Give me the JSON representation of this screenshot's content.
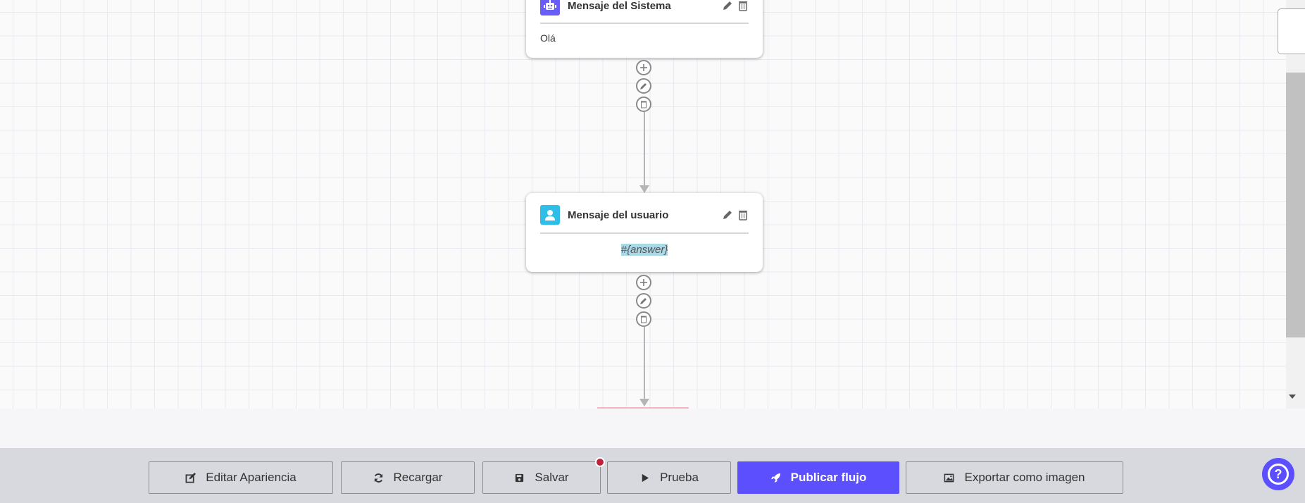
{
  "nodes": [
    {
      "title": "Mensaje del Sistema",
      "body": "Olá",
      "icon": "robot-icon",
      "color": "#6a5cf6"
    },
    {
      "title": "Mensaje del usuario",
      "body": "#{answer}",
      "icon": "user-icon",
      "color": "#2ebee8"
    }
  ],
  "toolbar": {
    "edit_label": "Editar Apariencia",
    "reload_label": "Recargar",
    "save_label": "Salvar",
    "test_label": "Prueba",
    "publish_label": "Publicar flujo",
    "export_label": "Exportar como imagen"
  },
  "help": {
    "label": "?"
  },
  "colors": {
    "accent": "#5b4ffe",
    "unsaved_dot": "#c0213a",
    "highlight": "#a9d8e6"
  }
}
